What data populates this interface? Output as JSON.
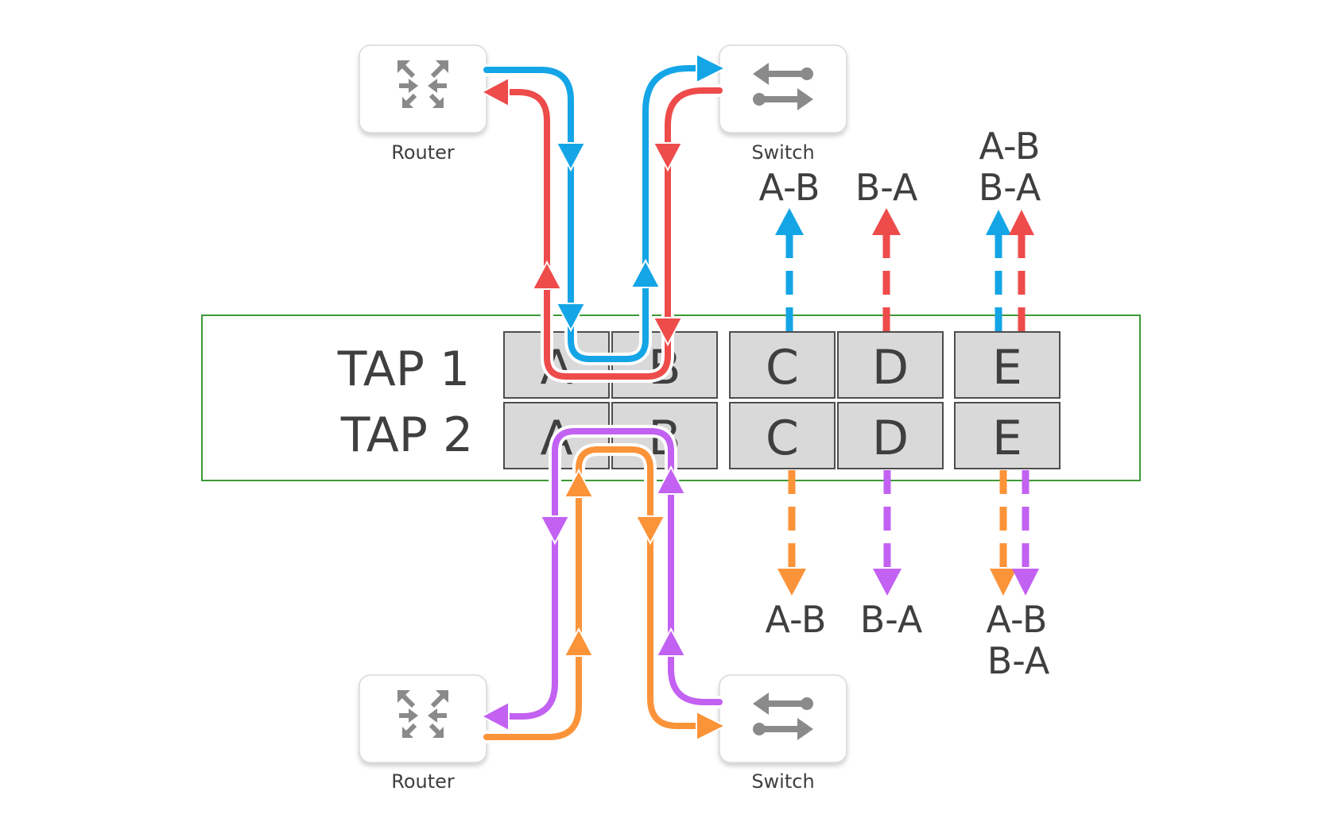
{
  "devices": {
    "router_top": {
      "label": "Router",
      "icon": "router-icon"
    },
    "switch_top": {
      "label": "Switch",
      "icon": "switch-icon"
    },
    "router_bottom": {
      "label": "Router",
      "icon": "router-icon"
    },
    "switch_bottom": {
      "label": "Switch",
      "icon": "switch-icon"
    }
  },
  "taps": [
    {
      "label": "TAP 1",
      "ports": [
        "A",
        "B",
        "C",
        "D",
        "E"
      ]
    },
    {
      "label": "TAP 2",
      "ports": [
        "A",
        "B",
        "C",
        "D",
        "E"
      ]
    }
  ],
  "outputs_top": {
    "c": "A-B",
    "d": "B-A",
    "e_line1": "A-B",
    "e_line2": "B-A"
  },
  "outputs_bottom": {
    "c": "A-B",
    "d": "B-A",
    "e_line1": "A-B",
    "e_line2": "B-A"
  },
  "colors": {
    "blue": "#14a5e6",
    "red": "#ee4b4b",
    "orange": "#fb9339",
    "purple": "#c261f2",
    "tap_border": "#3c9a35",
    "port_fill": "#d9d9d9",
    "text": "#3f3f3f",
    "icon": "#8a8a8a"
  }
}
